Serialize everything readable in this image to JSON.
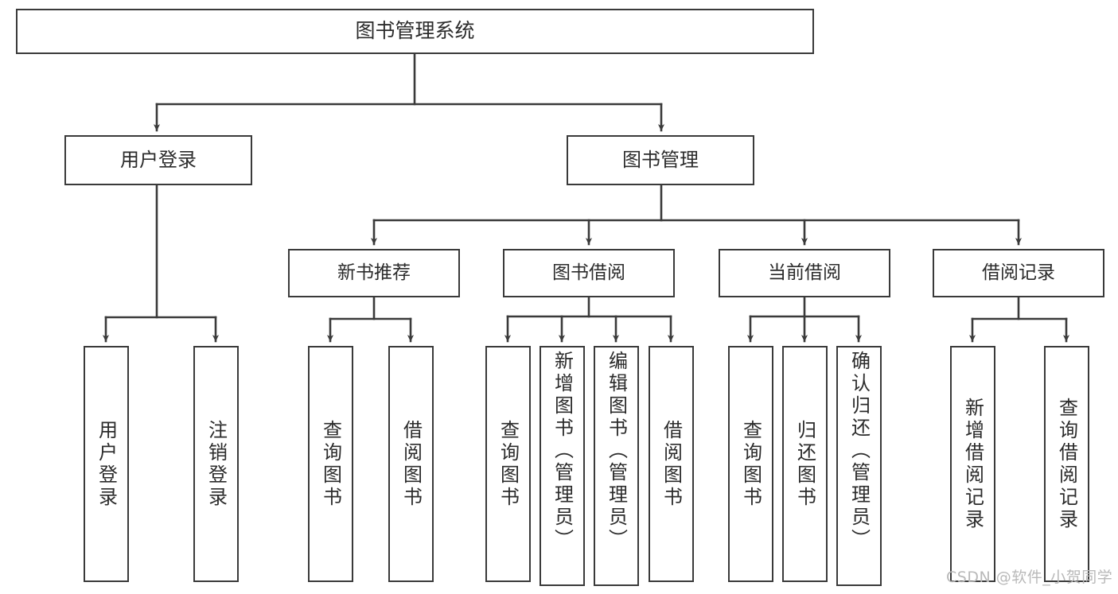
{
  "diagram": {
    "type": "tree",
    "title": "图书管理系统",
    "root": {
      "id": "root",
      "label": "图书管理系统",
      "level": 0
    },
    "level1": [
      {
        "id": "user-login",
        "label": "用户登录",
        "level": 1
      },
      {
        "id": "book-management",
        "label": "图书管理",
        "level": 1
      }
    ],
    "level2": [
      {
        "id": "new-book-recommend",
        "label": "新书推荐",
        "level": 2,
        "parent": "book-management"
      },
      {
        "id": "book-borrow",
        "label": "图书借阅",
        "level": 2,
        "parent": "book-management"
      },
      {
        "id": "current-borrow",
        "label": "当前借阅",
        "level": 2,
        "parent": "book-management"
      },
      {
        "id": "borrow-record",
        "label": "借阅记录",
        "level": 2,
        "parent": "book-management"
      }
    ],
    "leaves": [
      {
        "id": "leaf-user-login",
        "label": "用户登录",
        "parent": "user-login"
      },
      {
        "id": "leaf-logout",
        "label": "注销登录",
        "parent": "user-login"
      },
      {
        "id": "leaf-query-book-1",
        "label": "查询图书",
        "parent": "new-book-recommend"
      },
      {
        "id": "leaf-borrow-book-1",
        "label": "借阅图书",
        "parent": "new-book-recommend"
      },
      {
        "id": "leaf-query-book-2",
        "label": "查询图书",
        "parent": "book-borrow"
      },
      {
        "id": "leaf-add-book",
        "label": "新增图书（管理员）",
        "parent": "book-borrow"
      },
      {
        "id": "leaf-edit-book",
        "label": "编辑图书（管理员）",
        "parent": "book-borrow"
      },
      {
        "id": "leaf-borrow-book-2",
        "label": "借阅图书",
        "parent": "book-borrow"
      },
      {
        "id": "leaf-query-book-3",
        "label": "查询图书",
        "parent": "current-borrow"
      },
      {
        "id": "leaf-return-book",
        "label": "归还图书",
        "parent": "current-borrow"
      },
      {
        "id": "leaf-confirm-return",
        "label": "确认归还（管理员）",
        "parent": "current-borrow"
      },
      {
        "id": "leaf-add-record",
        "label": "新增借阅记录",
        "parent": "borrow-record"
      },
      {
        "id": "leaf-query-record",
        "label": "查询借阅记录",
        "parent": "borrow-record"
      }
    ],
    "watermark": "CSDN @软件_小贺同学",
    "colors": {
      "stroke": "#3a3a3a",
      "text": "#2b2b2b",
      "background": "#ffffff",
      "watermark": "#b9b9b9"
    }
  }
}
